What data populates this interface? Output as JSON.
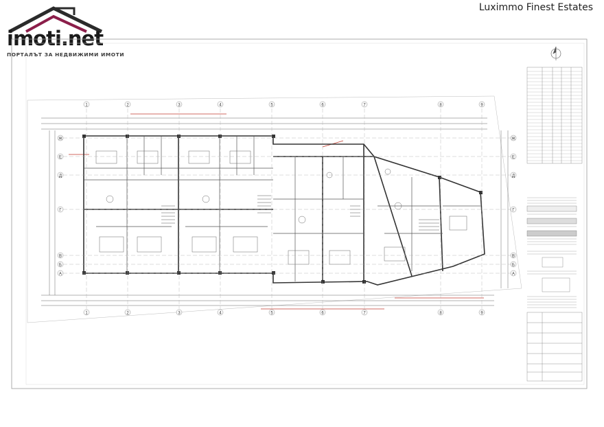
{
  "watermark": {
    "logo_text": "imoti.net",
    "logo_tagline": "ПОРТАЛЪТ ЗА НЕДВИЖИМИ ИМОТИ",
    "agency": "Luximmo Finest Estates"
  },
  "drawing": {
    "axis_columns": [
      "1",
      "2",
      "3",
      "4",
      "5",
      "6",
      "7",
      "8",
      "9"
    ],
    "axis_rows": [
      "Ж",
      "Е",
      "Д",
      "Г",
      "В",
      "Б",
      "А"
    ]
  },
  "colors": {
    "line": "#7a7a7a",
    "dark": "#3c3c3c",
    "accent": "#c0392b",
    "logo_roof": "#8b1e4a"
  }
}
